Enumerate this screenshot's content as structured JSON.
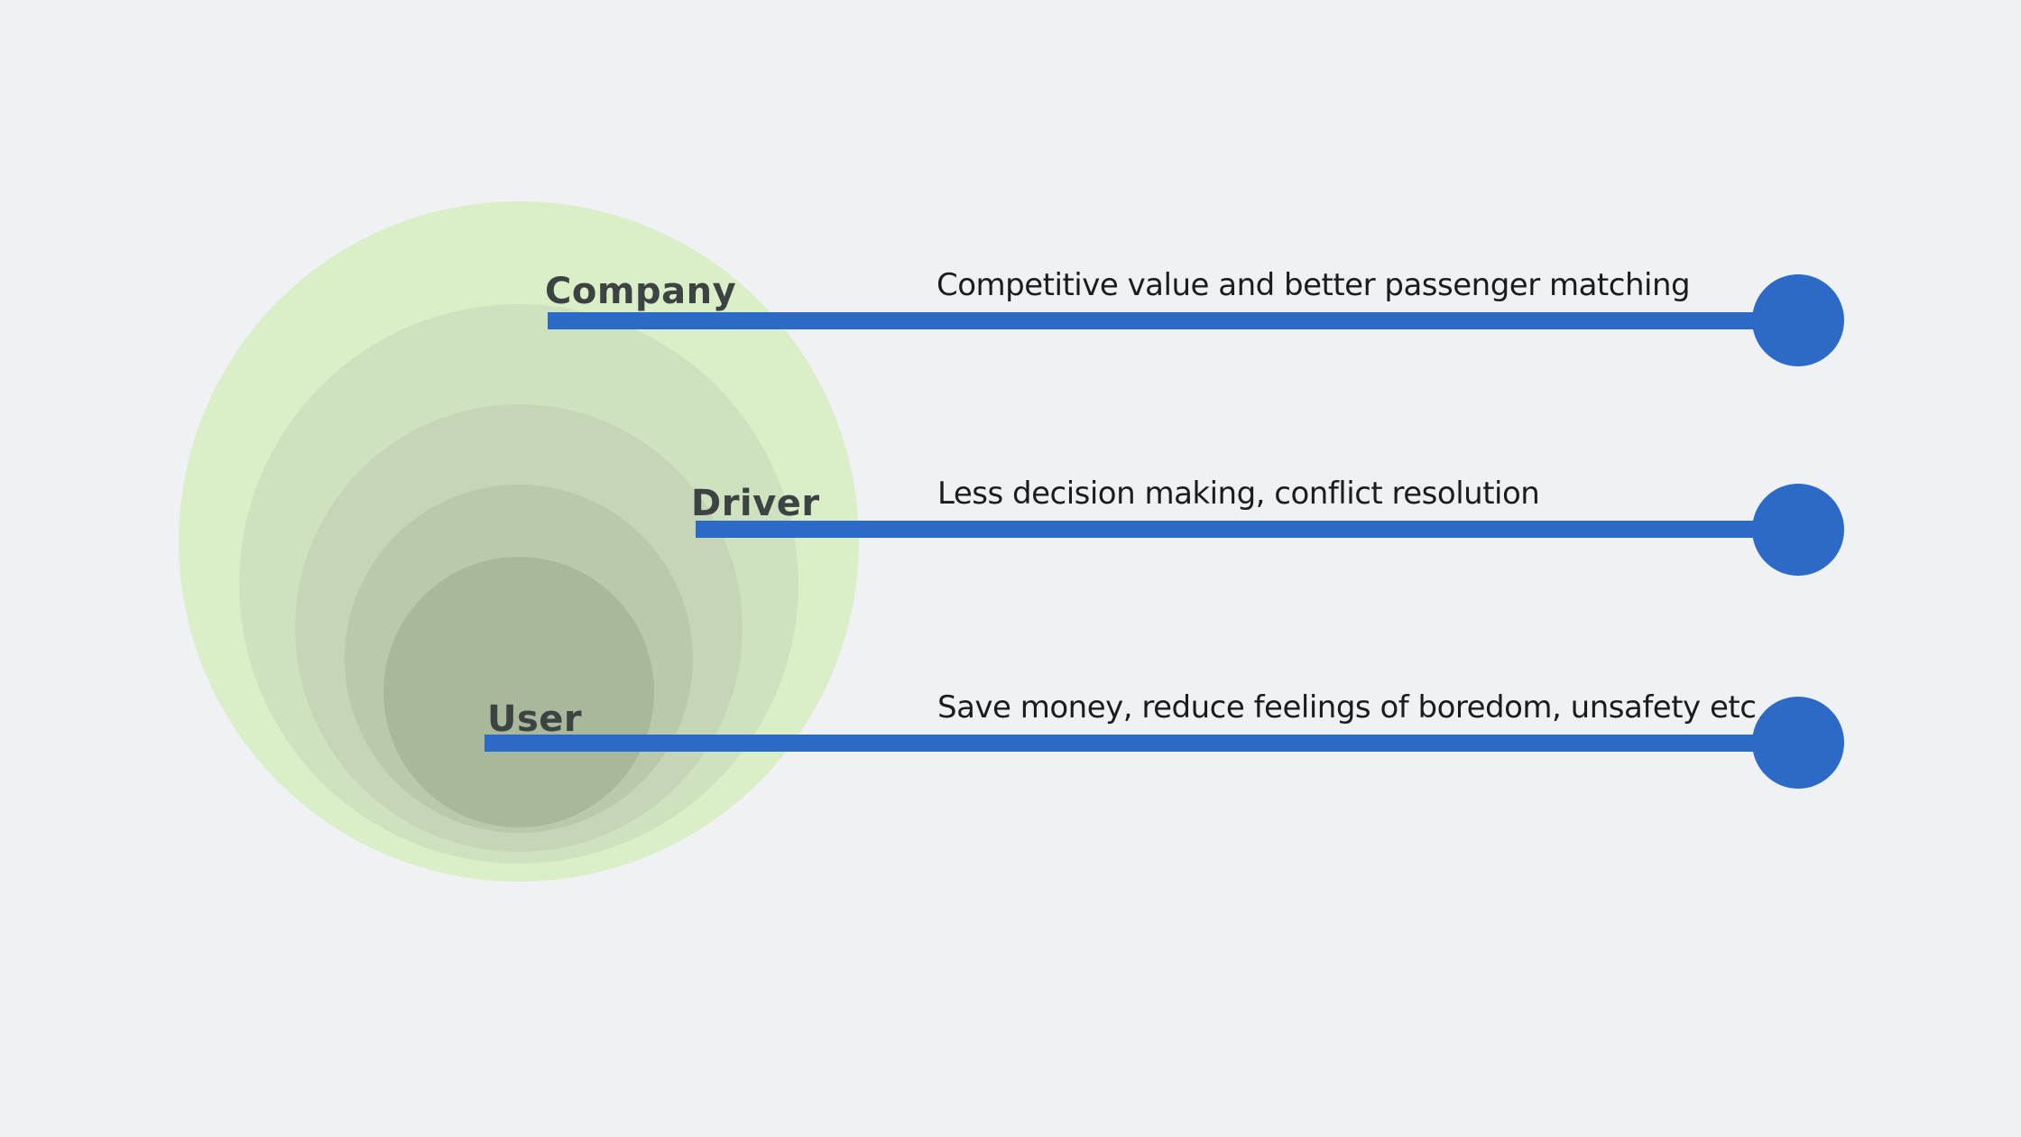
{
  "diagram": {
    "type": "nested-circles-with-callouts",
    "background_color": "#f0f1f4",
    "accent_color": "#2b6ac7",
    "label_color": "#3d4343",
    "description_color": "#1b1c1e",
    "circle_colors": [
      "#daeec8",
      "#cfe2c0",
      "#c5d6b6",
      "#bac9ab",
      "#a9b89b"
    ],
    "rows": [
      {
        "label": "Company",
        "description": "Competitive value and better passenger matching"
      },
      {
        "label": "Driver",
        "description": "Less decision making, conflict resolution"
      },
      {
        "label": "User",
        "description": "Save money, reduce feelings of boredom, unsafety etc"
      }
    ]
  }
}
